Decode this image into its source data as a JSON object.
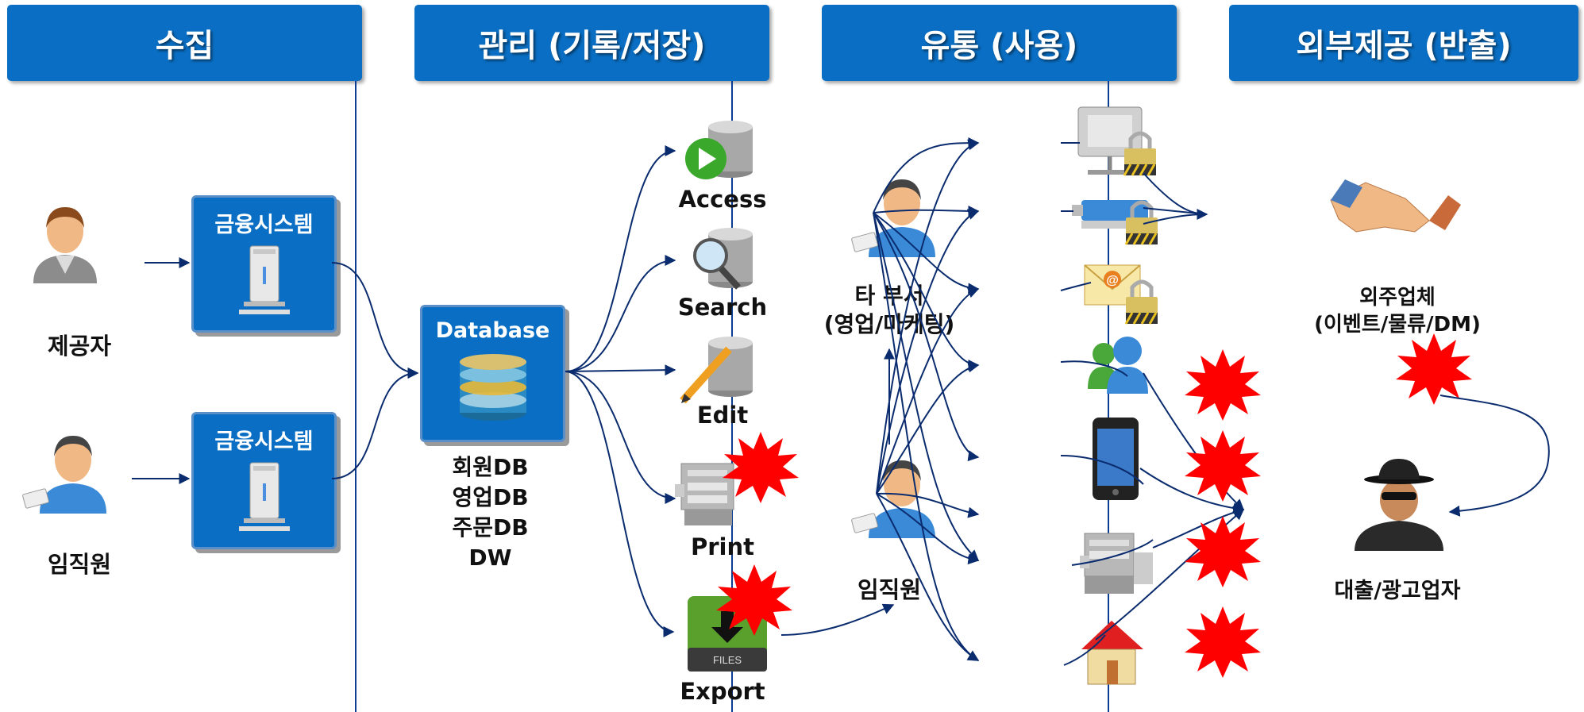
{
  "headers": [
    "수집",
    "관리 (기록/저장)",
    "유통 (사용)",
    "외부제공 (반출)"
  ],
  "collect": {
    "provider": "제공자",
    "employee": "임직원",
    "system_label": "금융시스템"
  },
  "manage": {
    "db_label": "Database",
    "db_list": [
      "회원DB",
      "영업DB",
      "주문DB",
      "DW"
    ]
  },
  "actions": [
    "Access",
    "Search",
    "Edit",
    "Print",
    "Export"
  ],
  "files_caption": "FILES",
  "usage": {
    "dept_line1": "타 부서",
    "dept_line2": "(영업/마케팅)",
    "employee": "임직원"
  },
  "external": {
    "vendor_line1": "외주업체",
    "vendor_line2": "(이벤트/물류/DM)",
    "loan": "대출/광고업자"
  },
  "colors": {
    "header_bg": "#0a6fc4",
    "line": "#0a2c6e",
    "alert": "#ff0000"
  },
  "icons": [
    "person-icon",
    "server-icon",
    "database-icon",
    "play-icon",
    "magnifier-icon",
    "pencil-icon",
    "printer-icon",
    "download-icon",
    "lock-icon",
    "usb-icon",
    "email-icon",
    "messenger-icon",
    "phone-icon",
    "house-icon",
    "handshake-icon",
    "spy-icon",
    "alert-burst-icon"
  ]
}
